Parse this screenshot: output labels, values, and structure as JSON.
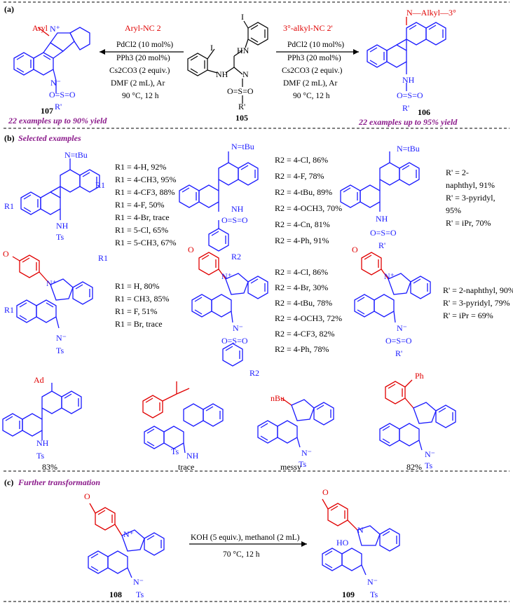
{
  "sections": {
    "a": "(a)",
    "b": "(b)",
    "b_title": "Selected examples",
    "c": "(c)",
    "c_title": "Further transformation"
  },
  "scheme_a": {
    "left_reagents": [
      "Aryl-NC 2",
      "PdCl2 (10 mol%)",
      "PPh3 (20 mol%)",
      "Cs2CO3 (2 equiv.)",
      "DMF (2 mL), Ar",
      "90 °C, 12 h"
    ],
    "right_reagents": [
      "3°-alkyl-NC 2'",
      "PdCl2 (10 mol%)",
      "PPh3 (20 mol%)",
      "Cs2CO3 (2 equiv.)",
      "DMF (2 mL), Ar",
      "90 °C, 12 h"
    ],
    "left_product_id": "107",
    "center_reactant_id": "105",
    "right_product_id": "106",
    "left_yield": "22 examples up to 90% yield",
    "right_yield": "22 examples up to 95% yield",
    "left_group": "Aryl",
    "right_group": "N—Alkyl—3°",
    "r_prime": "R'"
  },
  "scheme_b": {
    "row1": {
      "col1": [
        "R1 = 4-H, 92%",
        "R1 = 4-CH3, 95%",
        "R1 = 4-CF3, 88%",
        "R1 = 4-F, 50%",
        "R1 = 4-Br, trace",
        "R1 = 5-Cl, 65%",
        "R1 = 5-CH3, 67%"
      ],
      "col2": [
        "R2 = 4-Cl, 86%",
        "R2 = 4-F, 78%",
        "R2 = 4-tBu, 89%",
        "R2 = 4-OCH3, 70%",
        "R2 = 4-Cn, 81%",
        "R2 = 4-Ph, 91%"
      ],
      "col3": [
        "R' = 2-",
        "naphthyl, 91%",
        "R' = 3-pyridyl,",
        "95%",
        "R' = iPr, 70%"
      ]
    },
    "row2": {
      "col1": [
        "R1 = H, 80%",
        "R1 = CH3, 85%",
        "R1 = F, 51%",
        "R1 = Br, trace"
      ],
      "col2": [
        "R2 = 4-Cl, 86%",
        "R2 = 4-Br, 30%",
        "R2 = 4-tBu, 78%",
        "R2 = 4-OCH3, 72%",
        "R2 = 4-CF3, 82%",
        "R2 = 4-Ph, 78%"
      ],
      "col3": [
        "R' = 2-naphthyl, 90%",
        "R' = 3-pyridyl, 79%",
        "R' = iPr = 69%"
      ]
    },
    "row3": {
      "labels": [
        "Ad",
        "nBu",
        "Ph"
      ],
      "results": [
        "83%",
        "trace",
        "messy",
        "82%"
      ]
    }
  },
  "scheme_c": {
    "reagent_top": "KOH (5 equiv.), methanol (2 mL)",
    "reagent_bottom": "70 °C, 12 h",
    "reactant_id": "108",
    "product_id": "109"
  },
  "atoms": {
    "N": "N",
    "NH": "NH",
    "HN": "HN",
    "Nm": "N⁻",
    "Np": "N⁺",
    "Ts": "Ts",
    "S": "S",
    "O": "O",
    "I": "I",
    "tBu": "N=tBu",
    "R1": "R1",
    "R2": "R2",
    "HO": "HO",
    "Rp": "R'",
    "OMe": "O"
  },
  "colors": {
    "core": "#1a1aff",
    "new_group": "#e00000",
    "highlight": "#8b1a8b",
    "text": "#000000"
  }
}
